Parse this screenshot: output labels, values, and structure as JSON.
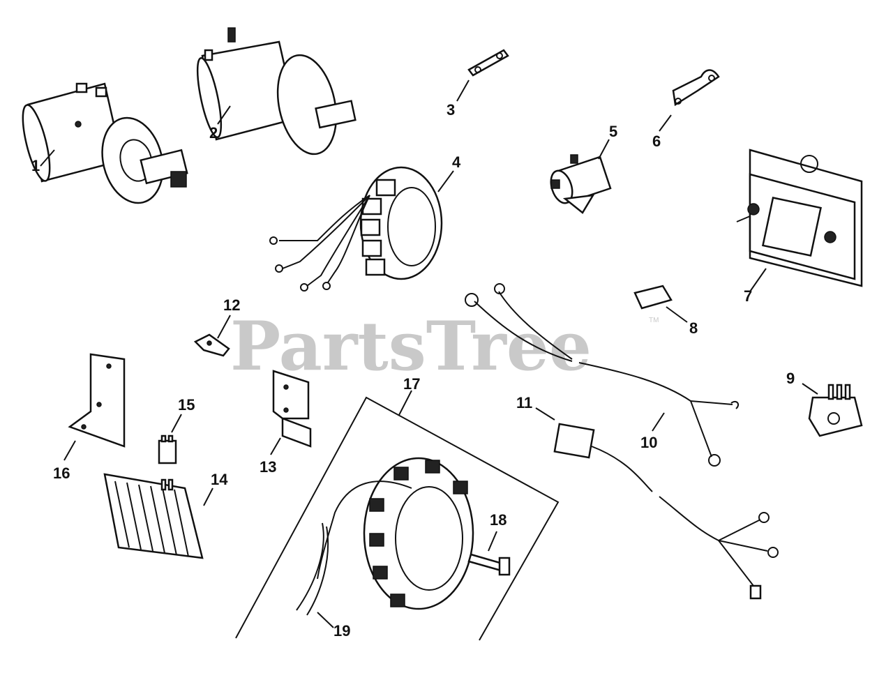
{
  "watermark": {
    "text": "PartsTree",
    "trademark": "TM",
    "color": "#c9c9c9"
  },
  "callouts": [
    "1",
    "2",
    "3",
    "4",
    "5",
    "6",
    "7",
    "8",
    "9",
    "10",
    "11",
    "12",
    "13",
    "14",
    "15",
    "16",
    "17",
    "18",
    "19"
  ]
}
